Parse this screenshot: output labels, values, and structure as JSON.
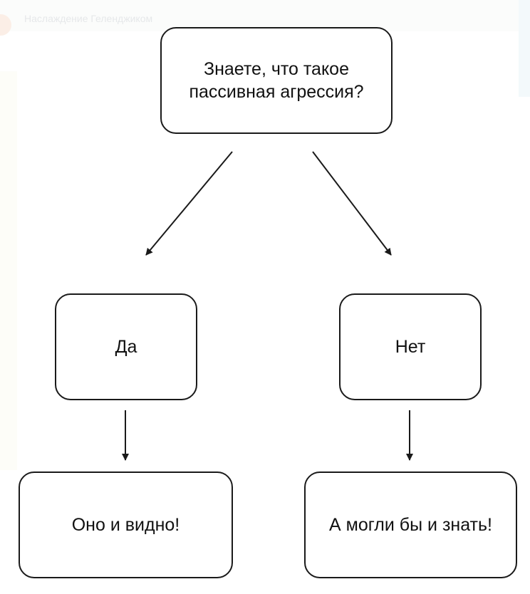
{
  "background": {
    "header_text": "Наслаждение Геленджиком"
  },
  "nodes": {
    "question": "Знаете, что такое\nпассивная агрессия?",
    "yes": "Да",
    "no": "Нет",
    "yes_result": "Оно и видно!",
    "no_result": "А могли бы и знать!"
  },
  "edges": [
    {
      "from": "question",
      "to": "yes"
    },
    {
      "from": "question",
      "to": "no"
    },
    {
      "from": "yes",
      "to": "yes_result"
    },
    {
      "from": "no",
      "to": "no_result"
    }
  ],
  "colors": {
    "stroke": "#1a1a1a",
    "node_fill": "#ffffff",
    "text": "#111111"
  }
}
